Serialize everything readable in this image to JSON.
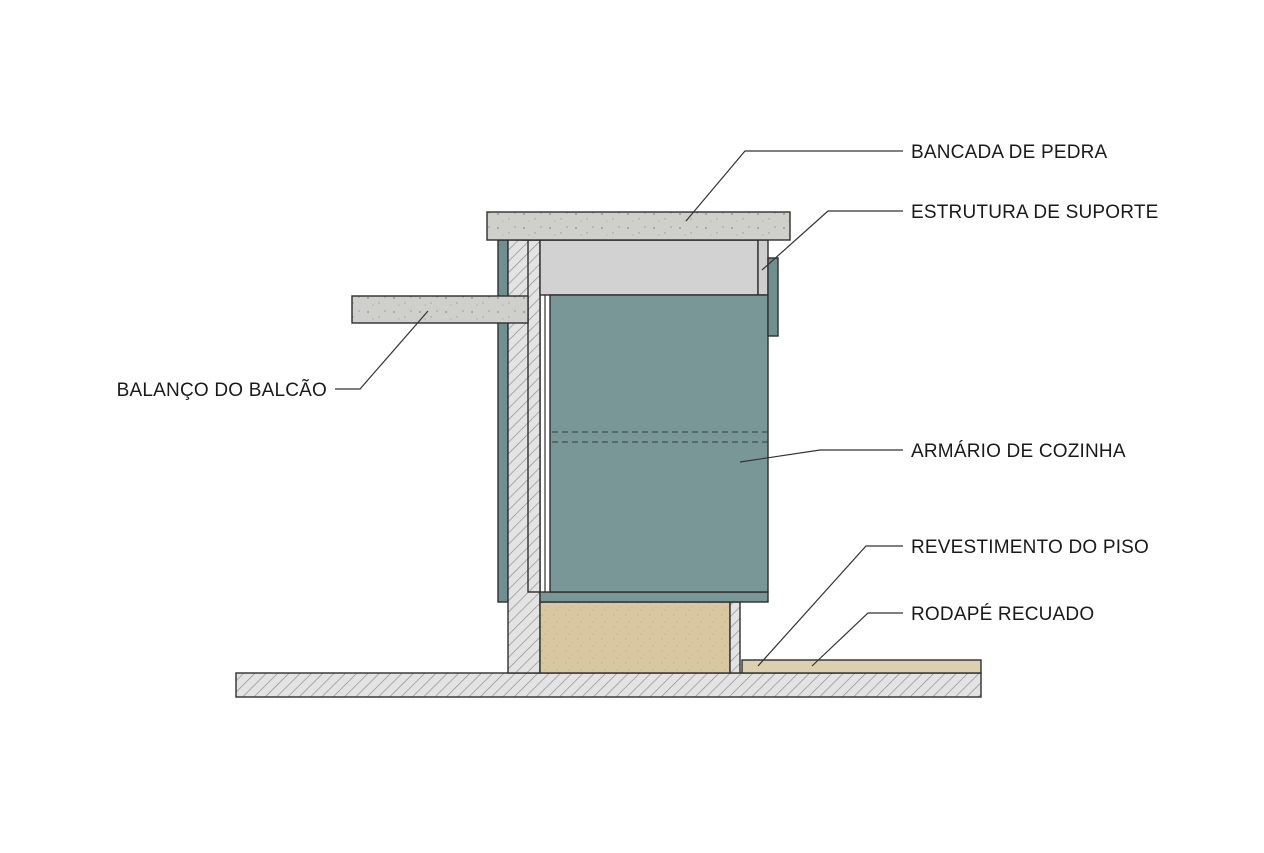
{
  "labels": {
    "countertop": "BANCADA DE PEDRA",
    "support": "ESTRUTURA DE SUPORTE",
    "overhang": "BALANÇO DO BALCÃO",
    "cabinet": "ARMÁRIO DE COZINHA",
    "flooring": "REVESTIMENTO DO PISO",
    "toekick": "RODAPÉ RECUADO"
  },
  "colors": {
    "stone": "#cfcfcb",
    "cabinet": "#7a9797",
    "cabinet_edge": "#6f8f91",
    "plinth": "#d8c7a0",
    "floor_finish": "#ddd0ae",
    "support_block": "#d2d2d2",
    "hatch": "#8a8a8a",
    "line": "#2f2f2f"
  }
}
